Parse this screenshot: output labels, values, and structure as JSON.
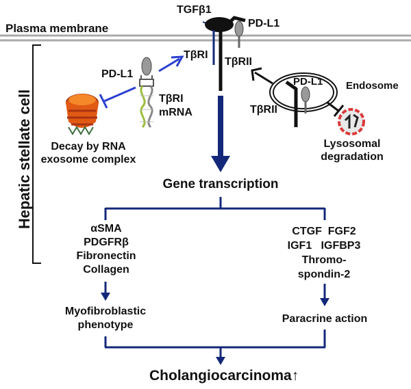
{
  "membrane": {
    "label": "Plasma membrane"
  },
  "receptors": {
    "tgfb1": "TGFβ1",
    "pdl1_top": "PD-L1",
    "tbri_top": "TβRI",
    "tbrii_top": "TβRII",
    "pdl1_left": "PD-L1",
    "tbri_mrna": [
      "TβRI",
      "mRNA"
    ],
    "pdl1_endosome": "PD-L1",
    "endosome": "Endosome",
    "tbrii_endosome": "TβRII"
  },
  "cell": {
    "label": "Hepatic stellate cell"
  },
  "decay": [
    "Decay by RNA",
    "exosome complex"
  ],
  "lysosome": [
    "Lysosomal",
    "degradation"
  ],
  "transcription": "Gene transcription",
  "left_genes": [
    "αSMA",
    "PDGFRβ",
    "Fibronectin",
    "Collagen"
  ],
  "right_genes": [
    "CTGF  FGF2",
    "IGF1   IGFBP3",
    "Thromo-",
    "spondin-2"
  ],
  "left_outcome": [
    "Myofibroblastic",
    "phenotype"
  ],
  "right_outcome": "Paracrine action",
  "final": {
    "label": "Cholangiocarcinoma",
    "arrow": "↑"
  },
  "colors": {
    "navy": "#14287a",
    "membrane": "#aaaaaa",
    "pdl1": "#999999",
    "lysosome": "#d93a3a",
    "exosome": "#e05a14",
    "blue_arrow": "#2b3fcf"
  }
}
